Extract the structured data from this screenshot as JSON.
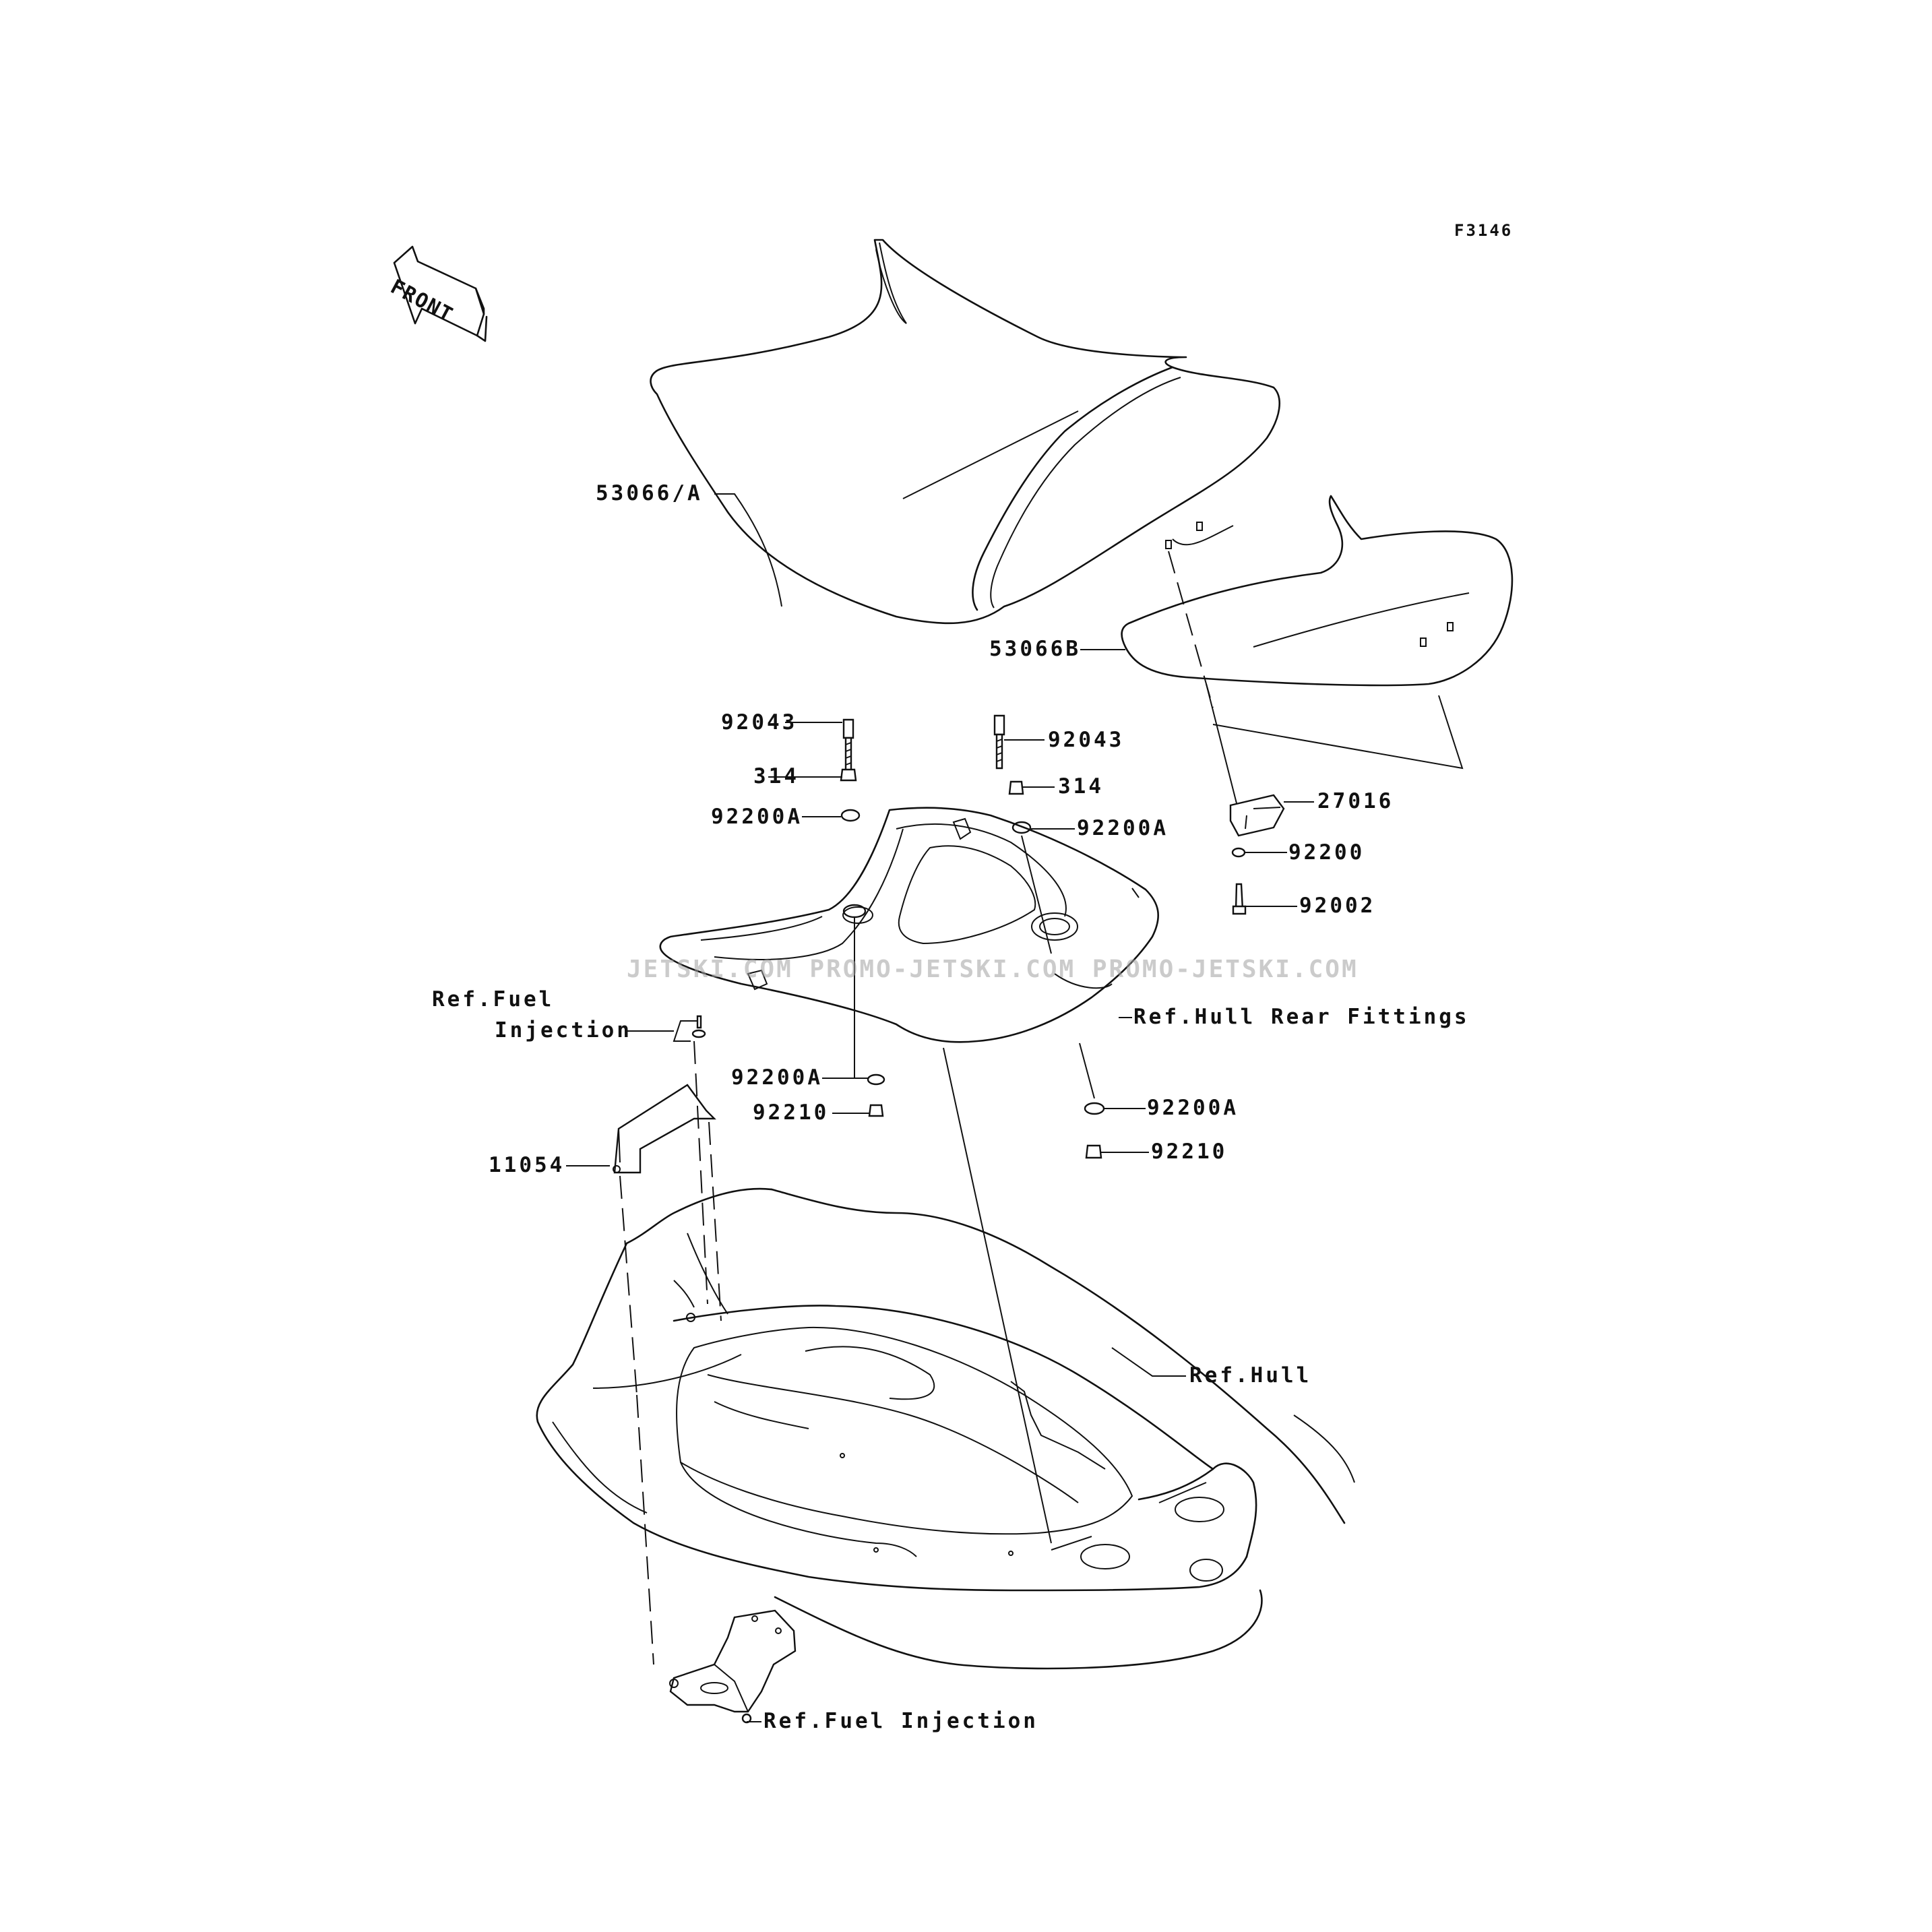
{
  "figure_code": "F3146",
  "front_label": "FRONT",
  "watermark": "JETSKI.COM PROMO-JETSKI.COM PROMO-JETSKI.COM",
  "labels": {
    "seat_front": "53066/A",
    "seat_rear": "53066B",
    "bolt_left": "92043",
    "nut_left": "314",
    "washer_left": "92200A",
    "bolt_right": "92043",
    "nut_right": "314",
    "washer_right": "92200A",
    "hinge": "27016",
    "hinge_washer": "92200",
    "hinge_bolt": "92002",
    "ref_hull_rear_fittings": "Ref.Hull Rear Fittings",
    "ref_fuel_injection_top_1": "Ref.Fuel",
    "ref_fuel_injection_top_2": "Injection",
    "washer_lower_left": "92200A",
    "nut_lower_left": "92210",
    "washer_lower_right": "92200A",
    "nut_lower_right": "92210",
    "bracket": "11054",
    "ref_hull": "Ref.Hull",
    "ref_fuel_injection_bottom": "Ref.Fuel Injection"
  },
  "colors": {
    "ink": "#111111",
    "paper": "#ffffff"
  }
}
